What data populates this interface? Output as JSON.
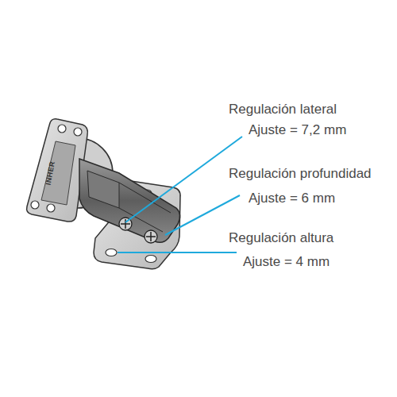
{
  "diagram": {
    "labels": [
      "Regulación lateral",
      "Ajuste = 7,2 mm",
      "Regulación profundidad",
      "Ajuste = 6 mm",
      "Regulación altura",
      "Ajuste = 4 mm",
      "INHER"
    ]
  }
}
